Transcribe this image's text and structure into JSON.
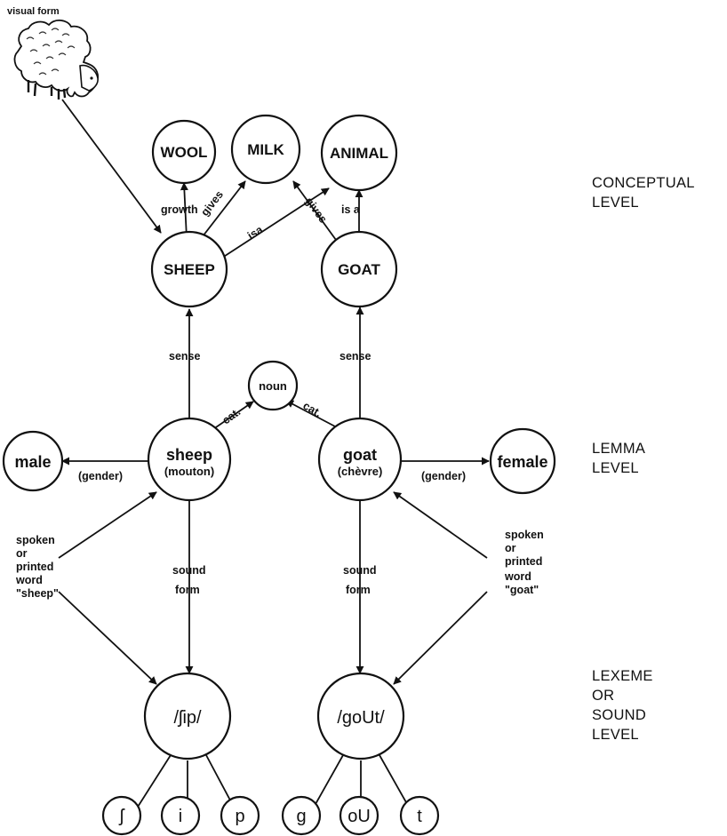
{
  "nodes": {
    "wool": "WOOL",
    "milk": "MILK",
    "animal": "ANIMAL",
    "sheep_concept": "SHEEP",
    "goat_concept": "GOAT",
    "noun": "noun",
    "sheep_lemma": "sheep",
    "sheep_lemma_fr": "(mouton)",
    "goat_lemma": "goat",
    "goat_lemma_fr": "(chèvre)",
    "male": "male",
    "female": "female",
    "sheep_lexeme": "/ʃip/",
    "goat_lexeme": "/goUt/",
    "seg_sh": "ʃ",
    "seg_i": "i",
    "seg_p": "p",
    "seg_g": "g",
    "seg_ou": "oU",
    "seg_t": "t"
  },
  "edge_labels": {
    "visual_form": "visual form",
    "growth": "growth",
    "gives_sheep": "gives",
    "isa_sheep": "isa",
    "gives_goat": "gives",
    "isa_goat": "is a",
    "sense_sheep": "sense",
    "sense_goat": "sense",
    "cat_sheep": "cat.",
    "cat_goat": "cat.",
    "gender_male": "(gender)",
    "gender_female": "(gender)",
    "sound_form_sheep": [
      "sound",
      "form"
    ],
    "sound_form_goat": [
      "sound",
      "form"
    ]
  },
  "inputs": {
    "sheep_word": [
      "spoken",
      "or",
      "printed",
      "word",
      "\"sheep\""
    ],
    "goat_word": [
      "spoken",
      "or",
      "printed",
      "word",
      "\"goat\""
    ]
  },
  "levels": {
    "conceptual": [
      "CONCEPTUAL",
      "LEVEL"
    ],
    "lemma": [
      "LEMMA",
      "LEVEL"
    ],
    "lexeme": [
      "LEXEME",
      "OR",
      "SOUND",
      "LEVEL"
    ]
  }
}
